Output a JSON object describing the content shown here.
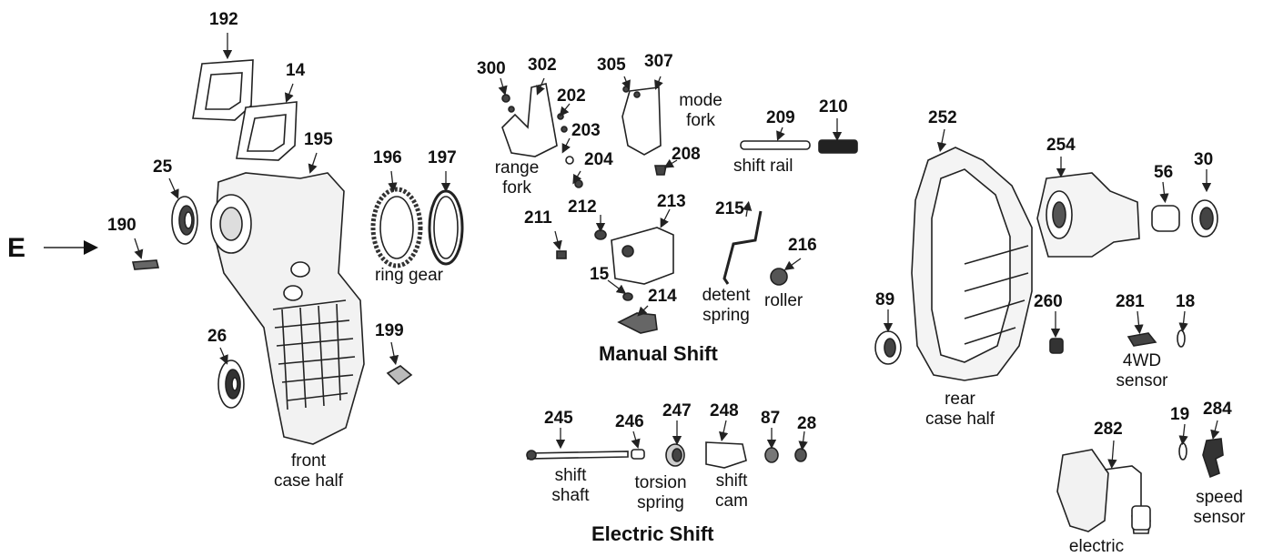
{
  "view_marker": "E",
  "sections": {
    "manual": "Manual Shift",
    "electric": "Electric Shift"
  },
  "callouts": {
    "n192": "192",
    "n14": "14",
    "n195": "195",
    "n25": "25",
    "n190": "190",
    "n26": "26",
    "n196": "196",
    "n197": "197",
    "n199": "199",
    "n300": "300",
    "n302": "302",
    "n202": "202",
    "n203": "203",
    "n204": "204",
    "n305": "305",
    "n307": "307",
    "n208": "208",
    "n209": "209",
    "n210": "210",
    "n211": "211",
    "n212": "212",
    "n213": "213",
    "n215": "215",
    "n216": "216",
    "n15": "15",
    "n214": "214",
    "n245": "245",
    "n246": "246",
    "n247": "247",
    "n248": "248",
    "n87": "87",
    "n28": "28",
    "n252": "252",
    "n254": "254",
    "n56": "56",
    "n30": "30",
    "n89": "89",
    "n260": "260",
    "n281": "281",
    "n18": "18",
    "n19": "19",
    "n282": "282",
    "n284": "284"
  },
  "labels": {
    "ring_gear": "ring gear",
    "front_case_1": "front",
    "front_case_2": "case half",
    "range_fork_1": "range",
    "range_fork_2": "fork",
    "mode_fork_1": "mode",
    "mode_fork_2": "fork",
    "shift_rail": "shift rail",
    "detent_1": "detent",
    "detent_2": "spring",
    "roller": "roller",
    "rear_case_1": "rear",
    "rear_case_2": "case half",
    "sensor4wd_1": "4WD",
    "sensor4wd_2": "sensor",
    "shift_shaft_1": "shift",
    "shift_shaft_2": "shaft",
    "torsion_1": "torsion",
    "torsion_2": "spring",
    "shift_cam_1": "shift",
    "shift_cam_2": "cam",
    "speed_1": "speed",
    "speed_2": "sensor",
    "electric": "electric"
  }
}
